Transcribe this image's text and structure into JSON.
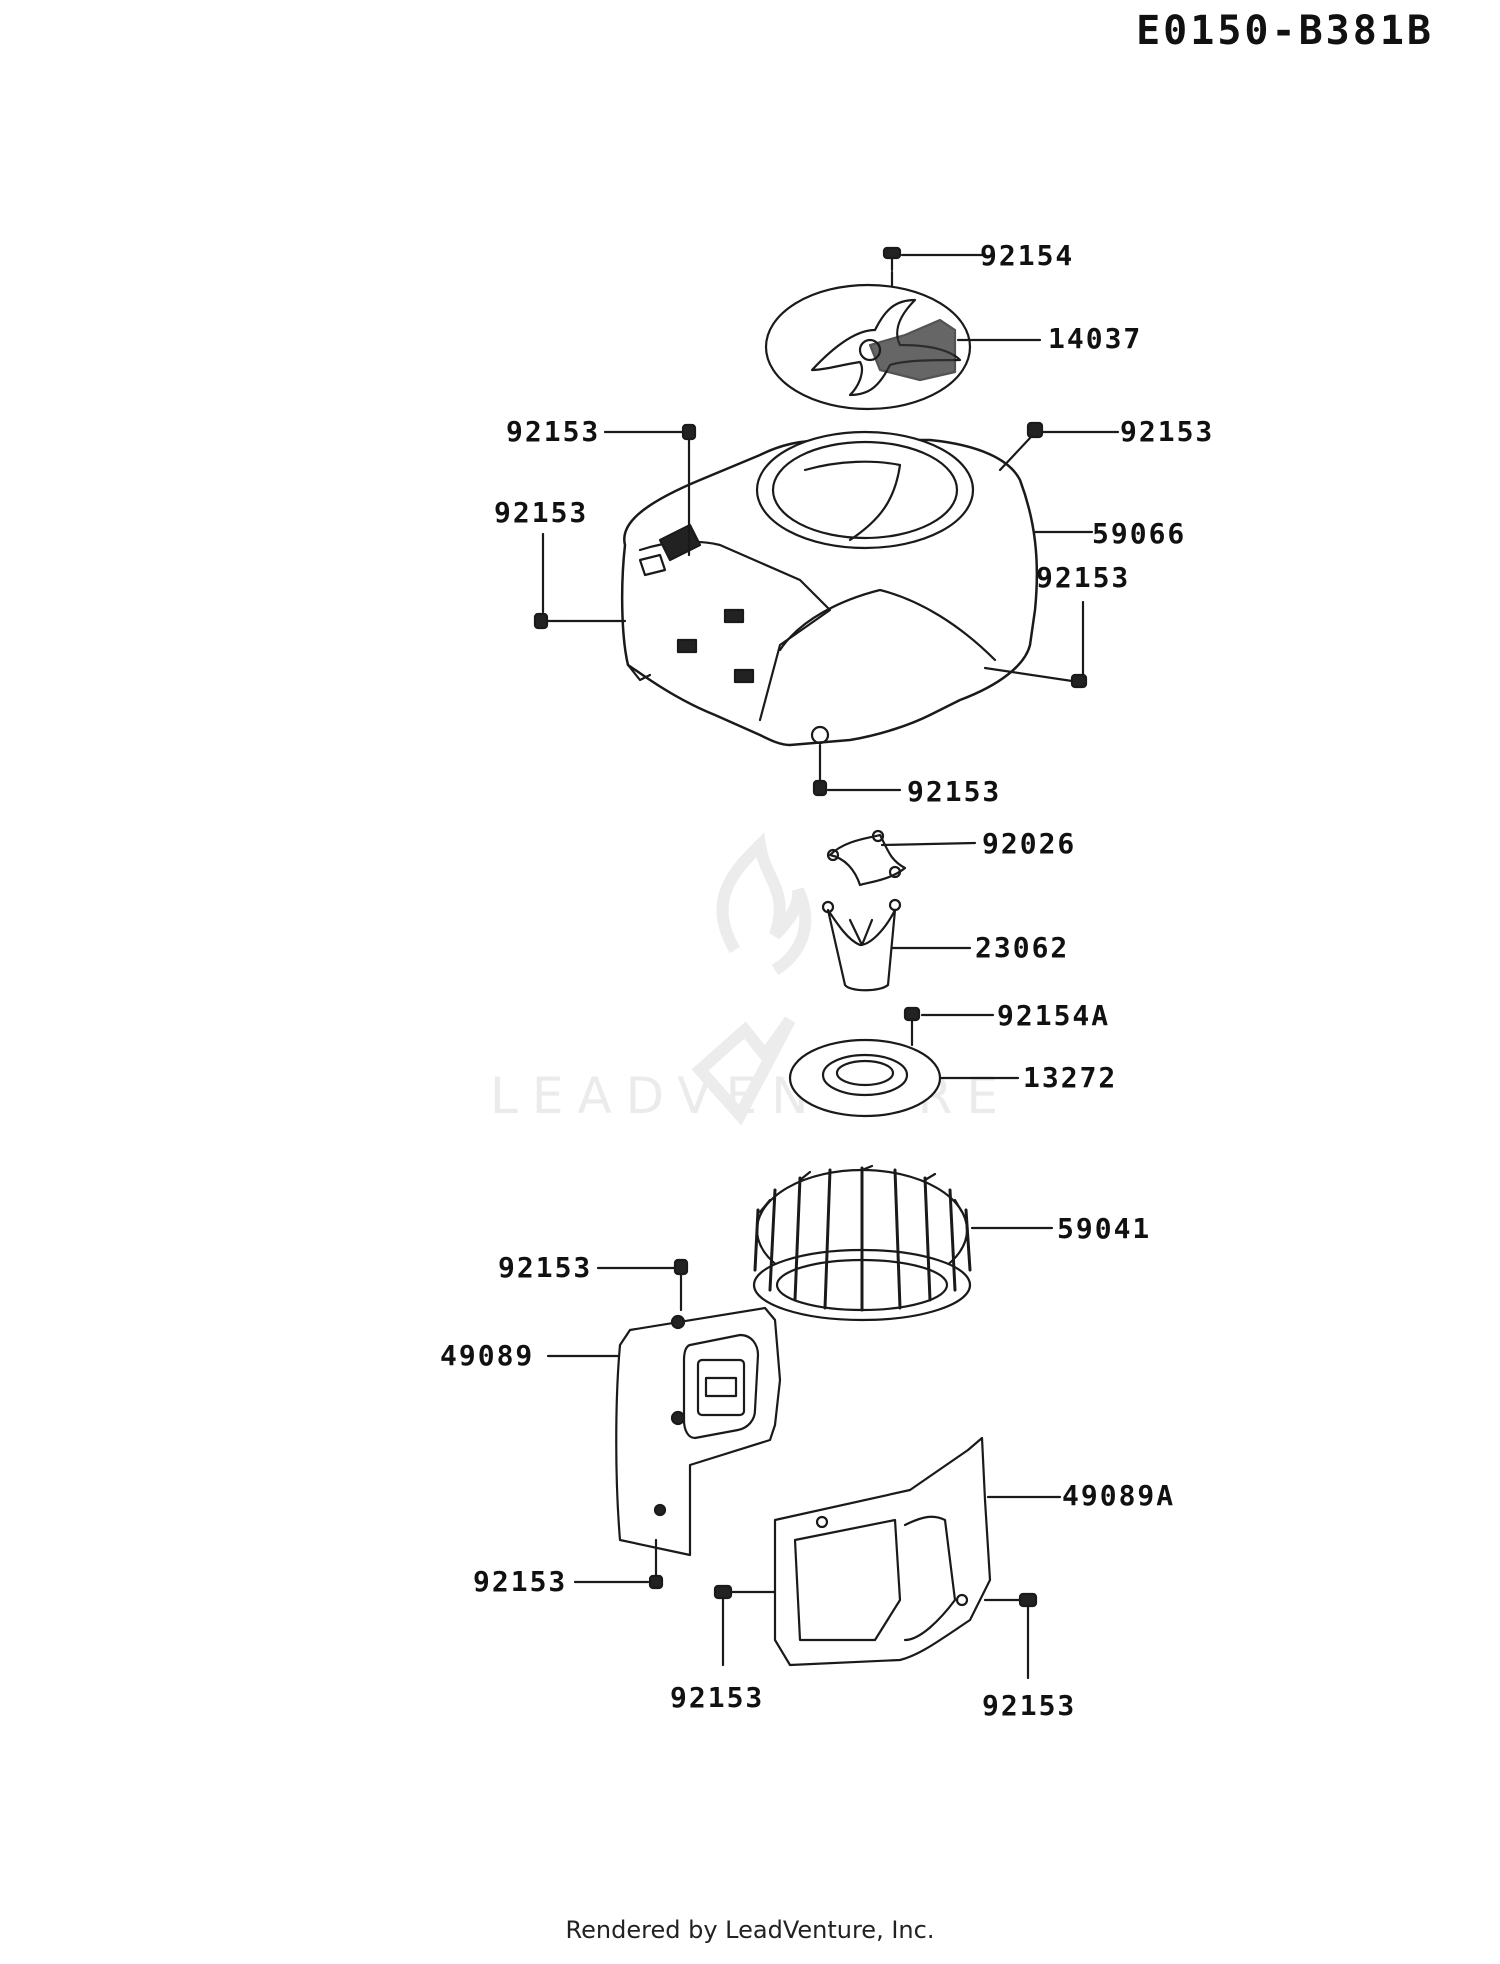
{
  "diagram_code": "E0150-B381B",
  "footer": "Rendered by LeadVenture, Inc.",
  "watermark": "LEADVENTURE",
  "parts": {
    "screw_top": "92154",
    "screen": "14037",
    "bolt_housing_top_left": "92153",
    "bolt_housing_top_right": "92153",
    "bolt_housing_left": "92153",
    "housing": "59066",
    "bolt_housing_right": "92153",
    "bolt_housing_bottom": "92153",
    "plate": "92026",
    "cup": "23062",
    "screw_fan": "92154A",
    "fan_plate": "13272",
    "fan": "59041",
    "bolt_cover_top": "92153",
    "cover_left": "49089",
    "bolt_cover_bottom": "92153",
    "cover_right": "49089A",
    "bolt_cover_right_a": "92153",
    "bolt_cover_right_b": "92153"
  }
}
